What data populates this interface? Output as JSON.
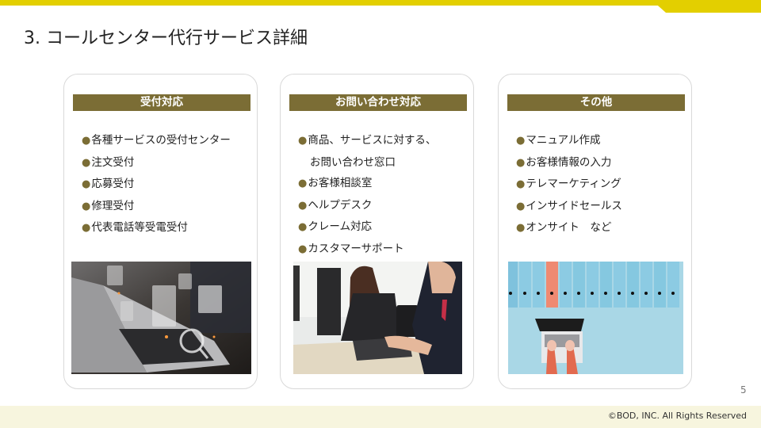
{
  "header": {
    "title": "3. コールセンター代行サービス詳細",
    "accent_color": "#e3cf00"
  },
  "cards": [
    {
      "title": "受付対応",
      "items": [
        "各種サービスの受付センター",
        "注文受付",
        "応募受付",
        "修理受付",
        "代表電話等受電受付"
      ],
      "image": "laptop-with-business-icons-photo"
    },
    {
      "title": "お問い合わせ対応",
      "items": [
        "商品、サービスに対する、",
        "お問い合わせ窓口",
        "お客様相談室",
        "ヘルプデスク",
        "クレーム対応",
        "カスタマーサポート"
      ],
      "image": "call-center-operators-photo"
    },
    {
      "title": "その他",
      "items": [
        "マニュアル作成",
        "お客様情報の入力",
        "テレマーケティング",
        "インサイドセールス",
        "オンサイト　など"
      ],
      "image": "binders-and-laptop-photo"
    }
  ],
  "bullet": "●",
  "header_bar_color": "#7b6d35",
  "page_number": "5",
  "footer": {
    "copyright": "©BOD, INC. All Rights Reserved"
  }
}
